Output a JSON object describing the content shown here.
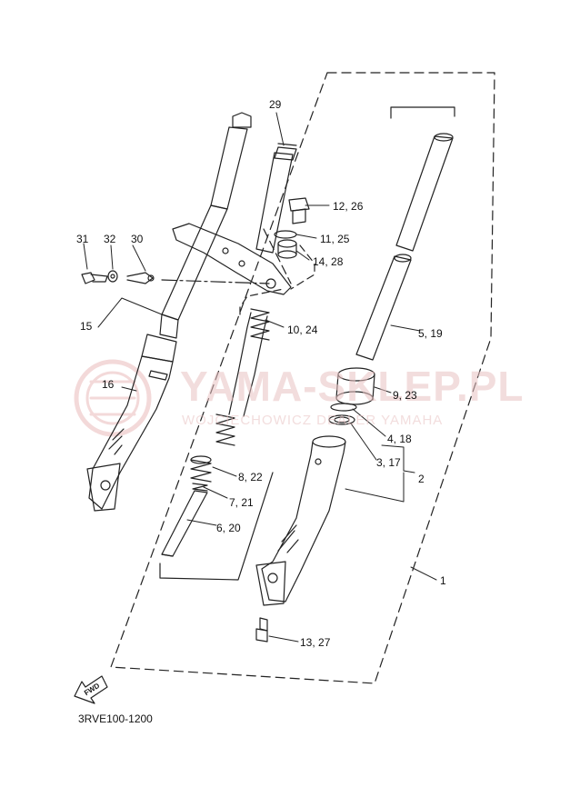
{
  "diagram": {
    "code": "3RVE100-1200",
    "fwd_label": "FWD",
    "watermark": {
      "main": "YAMA-SKLEP.PL",
      "sub": "WOJCIECHOWICZ DEALER YAMAHA"
    },
    "callouts": {
      "c29": "29",
      "c12_26": "12, 26",
      "c11_25": "11, 25",
      "c14_28": "14, 28",
      "c31": "31",
      "c32": "32",
      "c30": "30",
      "c15": "15",
      "c16": "16",
      "c10_24": "10, 24",
      "c5_19": "5, 19",
      "c9_23": "9, 23",
      "c4_18": "4, 18",
      "c3_17": "3, 17",
      "c2": "2",
      "c8_22": "8, 22",
      "c7_21": "7, 21",
      "c6_20": "6, 20",
      "c1": "1",
      "c13_27": "13, 27"
    }
  }
}
